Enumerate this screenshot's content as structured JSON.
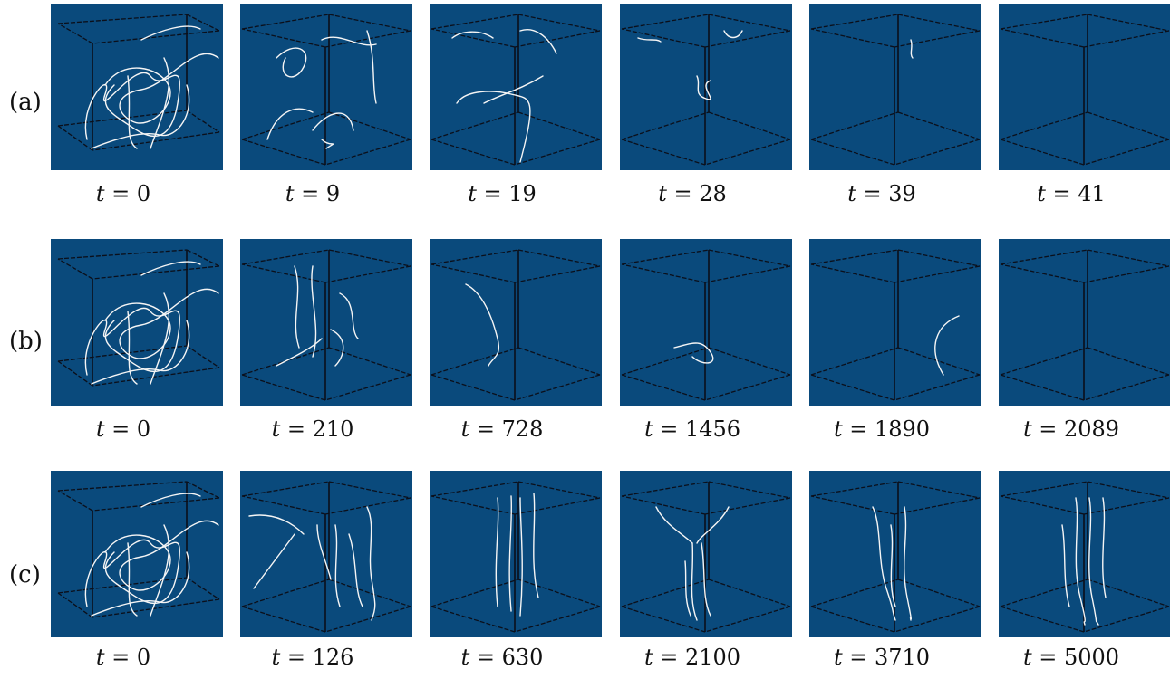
{
  "colors": {
    "panel_bg": "#0a4a7c",
    "box_lines": "#0b0f1a",
    "filament": "#f5f5f5"
  },
  "rows": [
    {
      "label": "(a)",
      "captions": [
        {
          "var": "t",
          "eq": " = ",
          "val": "0"
        },
        {
          "var": "t",
          "eq": " = ",
          "val": "9"
        },
        {
          "var": "t",
          "eq": " = ",
          "val": "19"
        },
        {
          "var": "t",
          "eq": " = ",
          "val": "28"
        },
        {
          "var": "t",
          "eq": " = ",
          "val": "39"
        },
        {
          "var": "t",
          "eq": " = ",
          "val": "41"
        }
      ]
    },
    {
      "label": "(b)",
      "captions": [
        {
          "var": "t",
          "eq": " = ",
          "val": "0"
        },
        {
          "var": "t",
          "eq": " = ",
          "val": "210"
        },
        {
          "var": "t",
          "eq": " = ",
          "val": "728"
        },
        {
          "var": "t",
          "eq": " = ",
          "val": "1456"
        },
        {
          "var": "t",
          "eq": " = ",
          "val": "1890"
        },
        {
          "var": "t",
          "eq": " = ",
          "val": "2089"
        }
      ]
    },
    {
      "label": "(c)",
      "captions": [
        {
          "var": "t",
          "eq": " = ",
          "val": "0"
        },
        {
          "var": "t",
          "eq": " = ",
          "val": "126"
        },
        {
          "var": "t",
          "eq": " = ",
          "val": "630"
        },
        {
          "var": "t",
          "eq": " = ",
          "val": "2100"
        },
        {
          "var": "t",
          "eq": " = ",
          "val": "3710"
        },
        {
          "var": "t",
          "eq": " = ",
          "val": "5000"
        }
      ]
    }
  ]
}
